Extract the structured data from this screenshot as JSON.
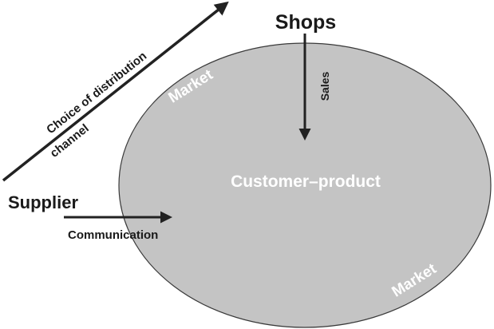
{
  "diagram": {
    "center_label": "Customer–product",
    "market_top": "Market",
    "market_bottom": "Market",
    "shops": "Shops",
    "sales": "Sales",
    "supplier": "Supplier",
    "communication": "Communication",
    "distribution_line1": "Choice of distribution",
    "distribution_line2": "channel"
  },
  "colors": {
    "ellipse_fill": "#c4c4c4",
    "ellipse_stroke": "#3a3a3a",
    "arrow": "#222222",
    "text_dark": "#1a1a1a",
    "text_light": "#ffffff"
  }
}
